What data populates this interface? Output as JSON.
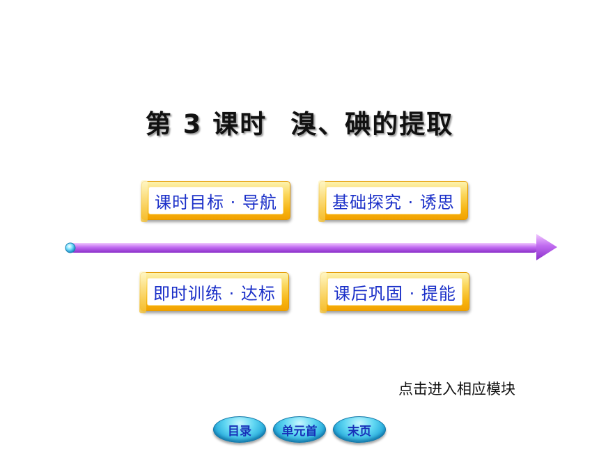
{
  "lesson": {
    "number_part": "第 3 课时",
    "topic": "溴、碘的提取"
  },
  "modules": {
    "nav": "课时目标 · 导航",
    "basic": "基础探究 · 诱思",
    "train": "即时训练 · 达标",
    "after": "课后巩固 · 提能"
  },
  "hint": "点击进入相应模块",
  "footer_nav": {
    "toc": "目录",
    "unit_first": "单元首",
    "last_page": "末页"
  },
  "colors": {
    "module_text": "#1a2fc8",
    "module_frame": "#f6b411",
    "arrow": "#c06bf0",
    "nav_button": "#1aa1d6"
  }
}
